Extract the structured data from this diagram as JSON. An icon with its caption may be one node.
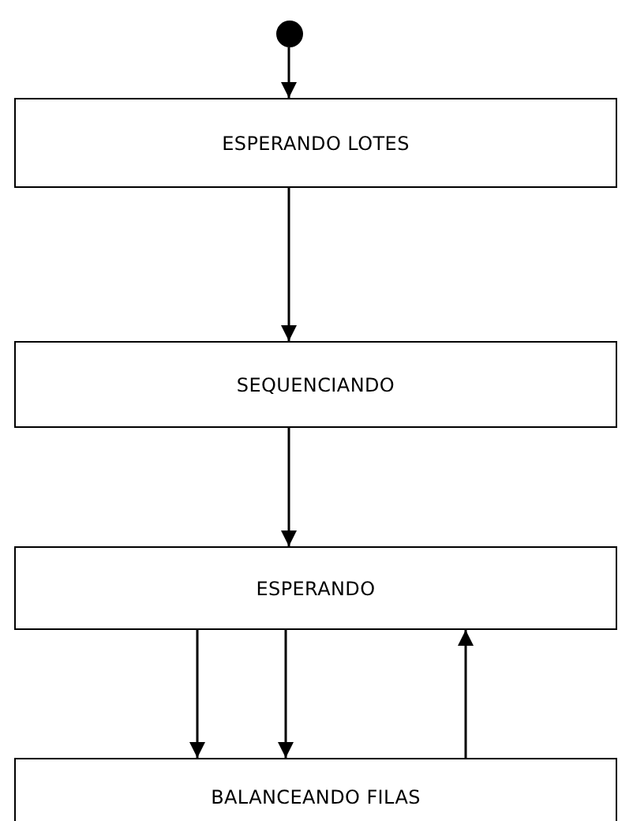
{
  "diagram": {
    "nodes": [
      {
        "text": [],
        "shape": "circle"
      },
      {
        "text": [
          "ESPERANDO LOTES"
        ]
      },
      {
        "text": [
          "SEQUENCIANDO"
        ]
      },
      {
        "text": [
          "ESPERANDO"
        ]
      },
      {
        "text": [
          "BALANCEANDO FILAS"
        ]
      }
    ],
    "edges": [
      {
        "from": 0,
        "to": 1,
        "arrow": "to"
      },
      {
        "from": 1,
        "to": 2,
        "arrow": "to"
      },
      {
        "from": 2,
        "to": 3,
        "arrow": "to"
      },
      {
        "from": 3,
        "to": 4,
        "arrow": "to"
      },
      {
        "from": 3,
        "to": 4,
        "arrow": "to"
      },
      {
        "from": 4,
        "to": 3,
        "arrow": "to"
      }
    ]
  }
}
